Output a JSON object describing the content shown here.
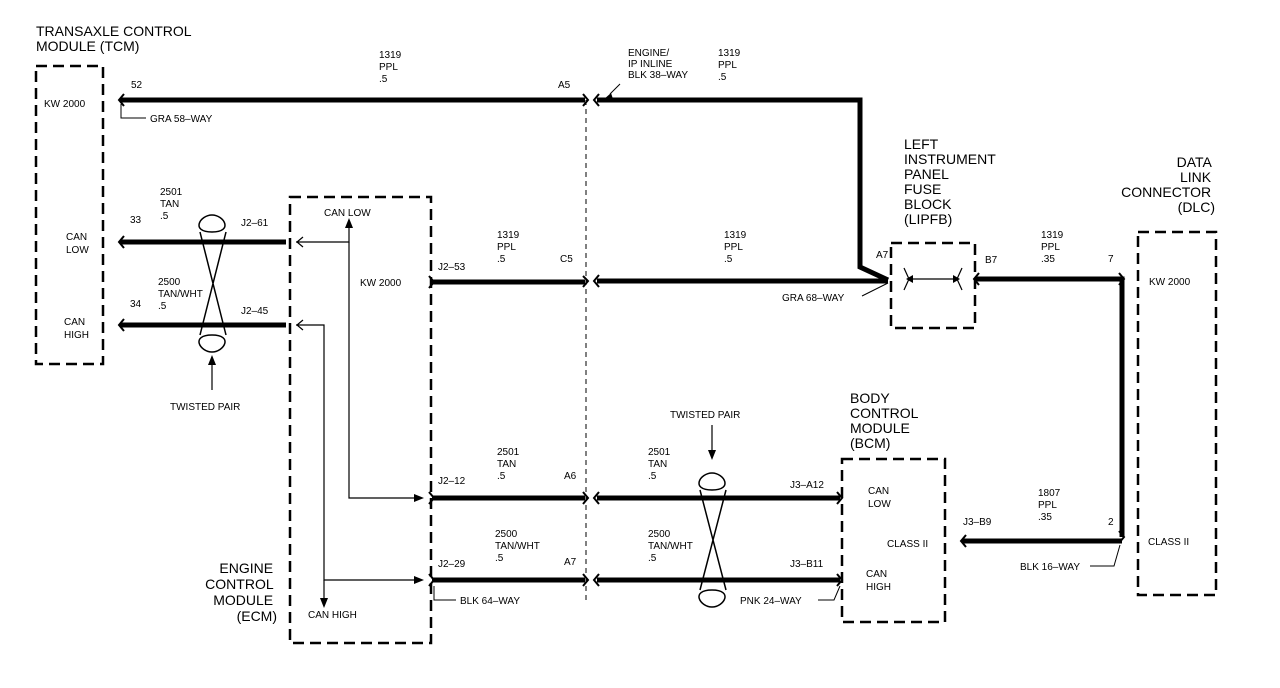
{
  "modules": {
    "tcm": {
      "title": [
        "TRANSAXLE CONTROL",
        "MODULE (TCM)"
      ],
      "protocol": "KW 2000",
      "can_low": [
        "CAN",
        "LOW"
      ],
      "can_high": [
        "CAN",
        "HIGH"
      ]
    },
    "ecm": {
      "title": [
        "ENGINE",
        "CONTROL",
        "MODULE",
        "(ECM)"
      ],
      "protocol": "KW 2000",
      "can_low": "CAN LOW",
      "can_high": "CAN HIGH"
    },
    "lipfb": {
      "title": [
        "LEFT",
        "INSTRUMENT",
        "PANEL",
        "FUSE",
        "BLOCK",
        "(LIPFB)"
      ]
    },
    "bcm": {
      "title": [
        "BODY",
        "CONTROL",
        "MODULE",
        "(BCM)"
      ],
      "protocol": "CLASS II",
      "can_low": [
        "CAN",
        "LOW"
      ],
      "can_high": [
        "CAN",
        "HIGH"
      ]
    },
    "dlc": {
      "title": [
        "DATA",
        "LINK",
        "CONNECTOR",
        "(DLC)"
      ],
      "protocol_top": "KW 2000",
      "protocol_bottom": "CLASS II"
    }
  },
  "connectors": {
    "tcm": "GRA 58–WAY",
    "ip_inline": [
      "ENGINE/",
      "IP INLINE",
      "BLK 38–WAY"
    ],
    "lipfb": "GRA 68–WAY",
    "ecm": "BLK 64–WAY",
    "bcm": "PNK 24–WAY",
    "dlc": "BLK 16–WAY"
  },
  "pins": {
    "tcm_52": "52",
    "tcm_33": "33",
    "tcm_34": "34",
    "ecm_j2_61": "J2–61",
    "ecm_j2_45": "J2–45",
    "ecm_j2_53": "J2–53",
    "ecm_j2_12": "J2–12",
    "ecm_j2_29": "J2–29",
    "inline_a5": "A5",
    "inline_c5": "C5",
    "inline_a6": "A6",
    "inline_a7": "A7",
    "lipfb_a7": "A7",
    "lipfb_b7": "B7",
    "dlc_7": "7",
    "dlc_2": "2",
    "bcm_j3_a12": "J3–A12",
    "bcm_j3_b11": "J3–B11",
    "bcm_j3_b9": "J3–B9"
  },
  "wires": {
    "w1319_a": [
      "1319",
      "PPL",
      ".5"
    ],
    "w1319_b": [
      "1319",
      "PPL",
      ".5"
    ],
    "w1319_c": [
      "1319",
      "PPL",
      ".5"
    ],
    "w1319_d": [
      "1319",
      "PPL",
      ".5"
    ],
    "w1319_e": [
      "1319",
      "PPL",
      ".35"
    ],
    "w2501_a": [
      "2501",
      "TAN",
      ".5"
    ],
    "w2500_a": [
      "2500",
      "TAN/WHT",
      ".5"
    ],
    "w2501_b": [
      "2501",
      "TAN",
      ".5"
    ],
    "w2500_b": [
      "2500",
      "TAN/WHT",
      ".5"
    ],
    "w2501_c": [
      "2501",
      "TAN",
      ".5"
    ],
    "w2500_c": [
      "2500",
      "TAN/WHT",
      ".5"
    ],
    "w1807": [
      "1807",
      "PPL",
      ".35"
    ]
  },
  "annotations": {
    "twisted_pair_left": "TWISTED PAIR",
    "twisted_pair_right": "TWISTED PAIR"
  }
}
